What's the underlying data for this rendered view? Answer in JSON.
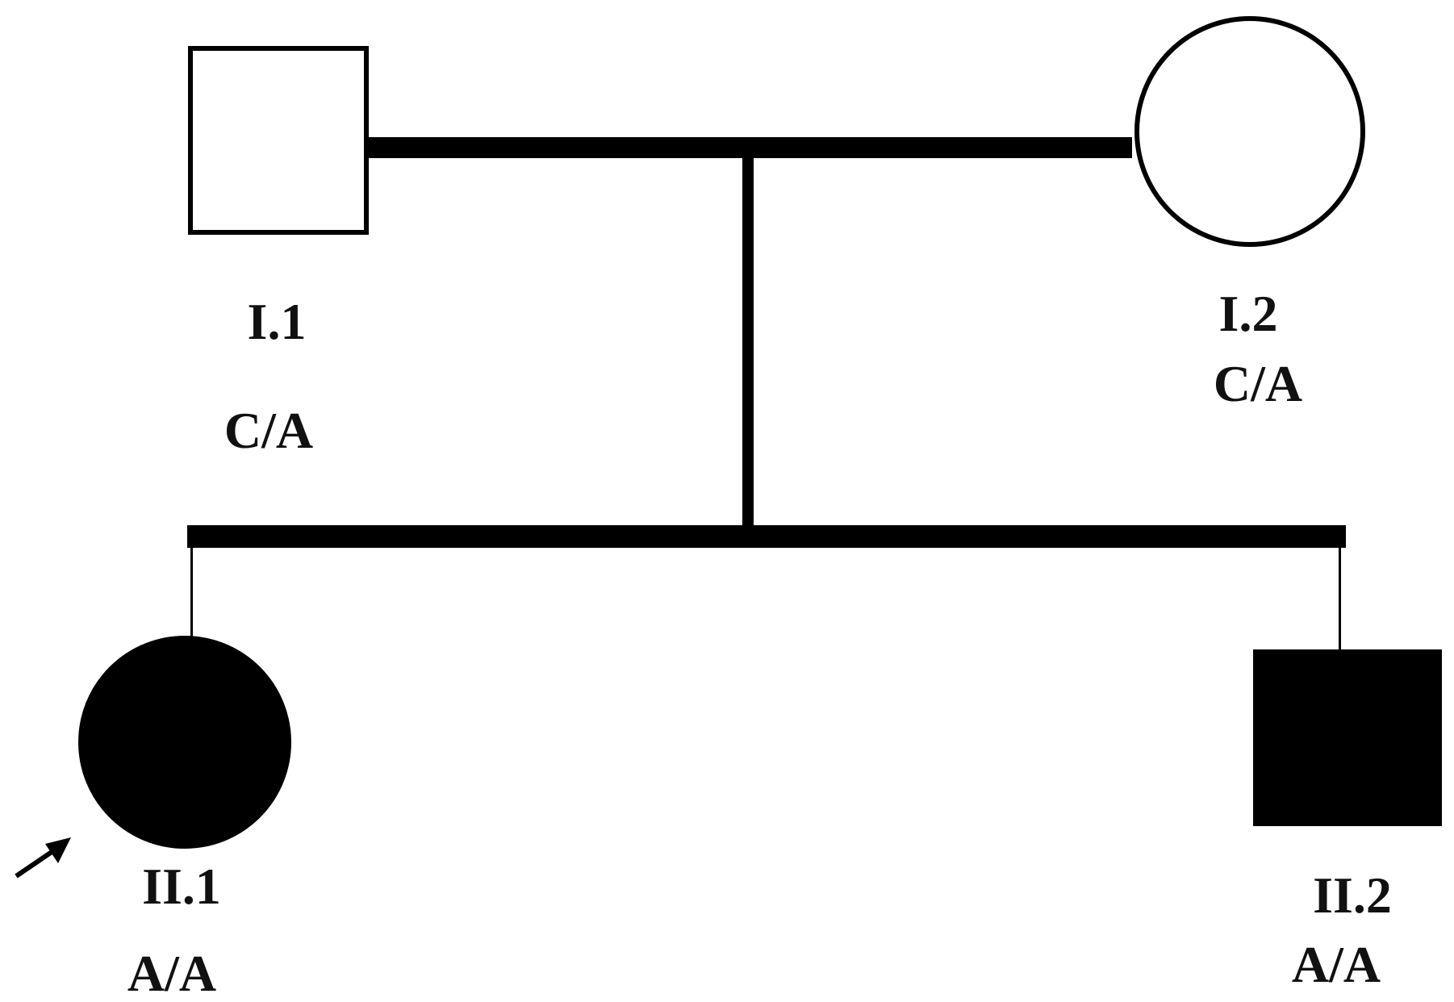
{
  "colors": {
    "stroke": "#000000",
    "affected_fill": "#000000",
    "unaffected_fill": "#ffffff",
    "text": "#111111"
  },
  "generation_1": {
    "father": {
      "id": "I.1",
      "genotype": "C/A",
      "sex": "male",
      "affected": false
    },
    "mother": {
      "id": "I.2",
      "genotype": "C/A",
      "sex": "female",
      "affected": false
    }
  },
  "generation_2": {
    "proband": {
      "id": "II.1",
      "genotype": "A/A",
      "sex": "female",
      "affected": true,
      "indicator": "arrow-icon"
    },
    "sibling": {
      "id": "II.2",
      "genotype": "A/A",
      "sex": "male",
      "affected": true
    }
  }
}
